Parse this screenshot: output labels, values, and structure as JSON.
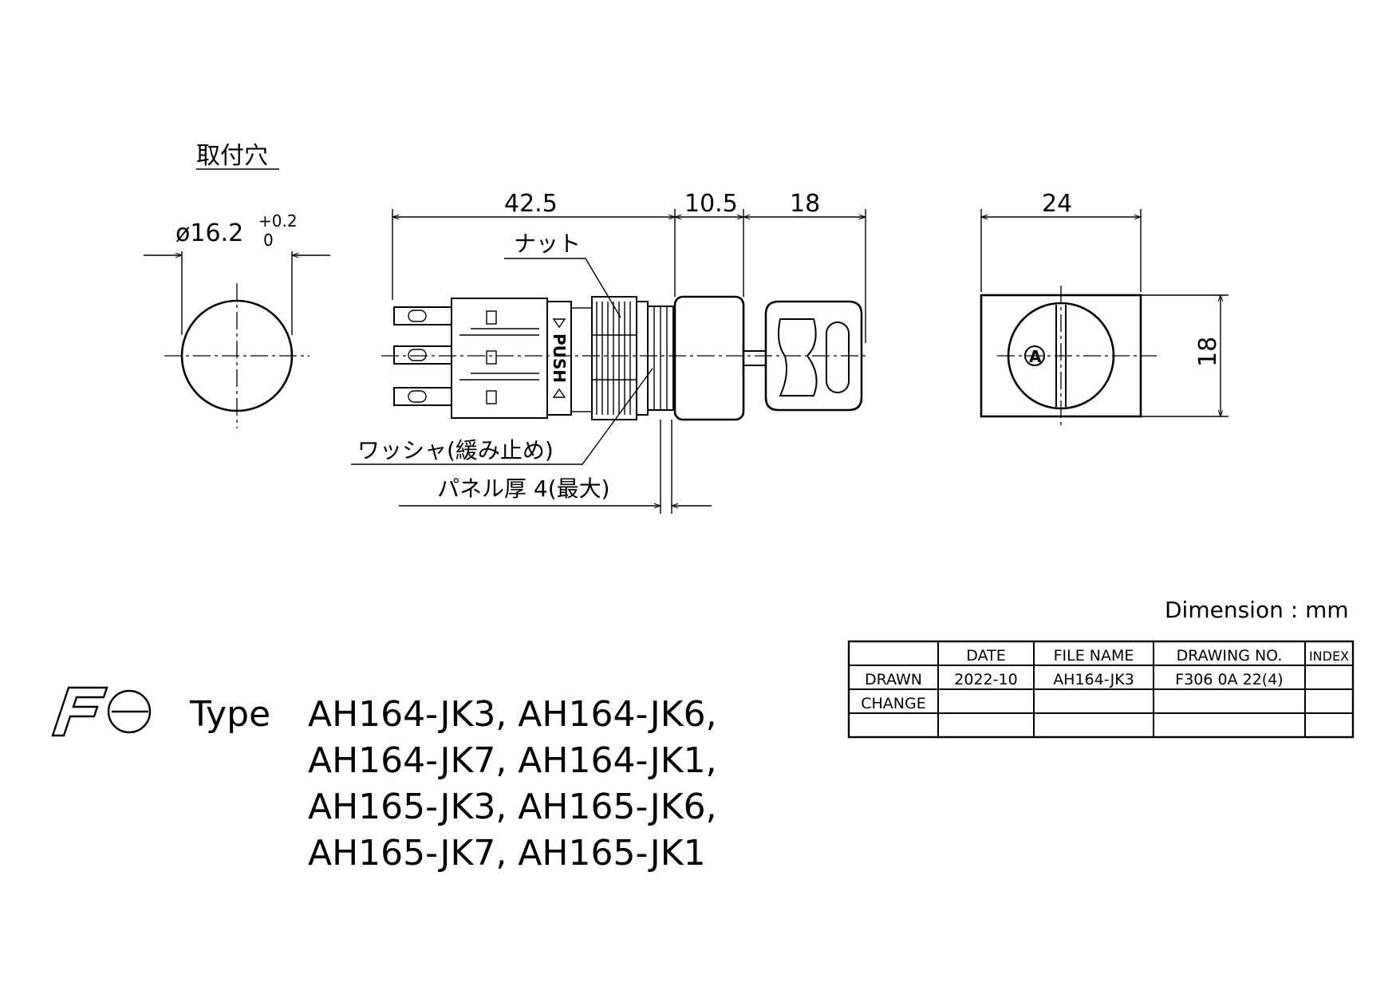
{
  "mounting_hole": {
    "title": "取付穴",
    "dia_main": "ø16.2",
    "tol_upper": "+0.2",
    "tol_lower": "0"
  },
  "side_view": {
    "dim_a": "42.5",
    "dim_b": "10.5",
    "dim_c": "18",
    "label_nut": "ナット",
    "label_washer": "ワッシャ(緩み止め)",
    "label_panel": "パネル厚 4(最大)",
    "push_text": "PUSH"
  },
  "front_view": {
    "dim_width": "24",
    "dim_height": "18",
    "marker": "A"
  },
  "dimension_note": "Dimension : mm",
  "title_block": {
    "headers": [
      "",
      "DATE",
      "FILE NAME",
      "DRAWING NO.",
      "INDEX"
    ],
    "rows": [
      [
        "DRAWN",
        "2022-10",
        "AH164-JK3",
        "F306 0A 22(4)",
        ""
      ],
      [
        "CHANGE",
        "",
        "",
        "",
        ""
      ],
      [
        "",
        "",
        "",
        "",
        ""
      ]
    ]
  },
  "type_block": {
    "logo": "Fe",
    "prefix": "Type",
    "lines": [
      "AH164-JK3, AH164-JK6,",
      "AH164-JK7, AH164-JK1,",
      "AH165-JK3, AH165-JK6,",
      "AH165-JK7, AH165-JK1"
    ]
  }
}
